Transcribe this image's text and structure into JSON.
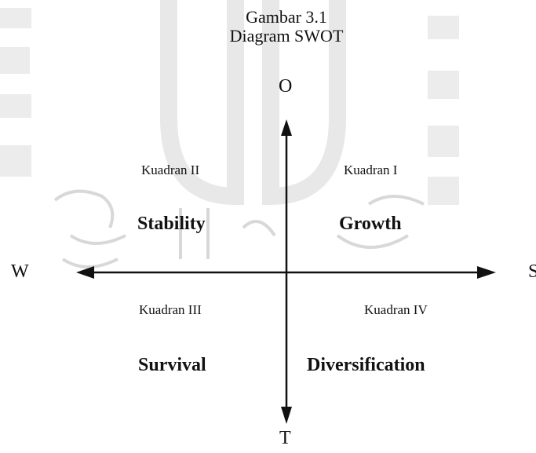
{
  "caption": {
    "line1": "Gambar 3.1",
    "line2": "Diagram SWOT"
  },
  "axes": {
    "top": "O",
    "bottom": "T",
    "left": "W",
    "right": "S"
  },
  "quadrants": {
    "q1": {
      "name": "Kuadran I",
      "strategy": "Growth"
    },
    "q2": {
      "name": "Kuadran II",
      "strategy": "Stability"
    },
    "q3": {
      "name": "Kuadran III",
      "strategy": "Survival"
    },
    "q4": {
      "name": "Kuadran IV",
      "strategy": "Diversification"
    }
  },
  "colors": {
    "ink": "#111111",
    "watermark": "#e6e6e6"
  }
}
